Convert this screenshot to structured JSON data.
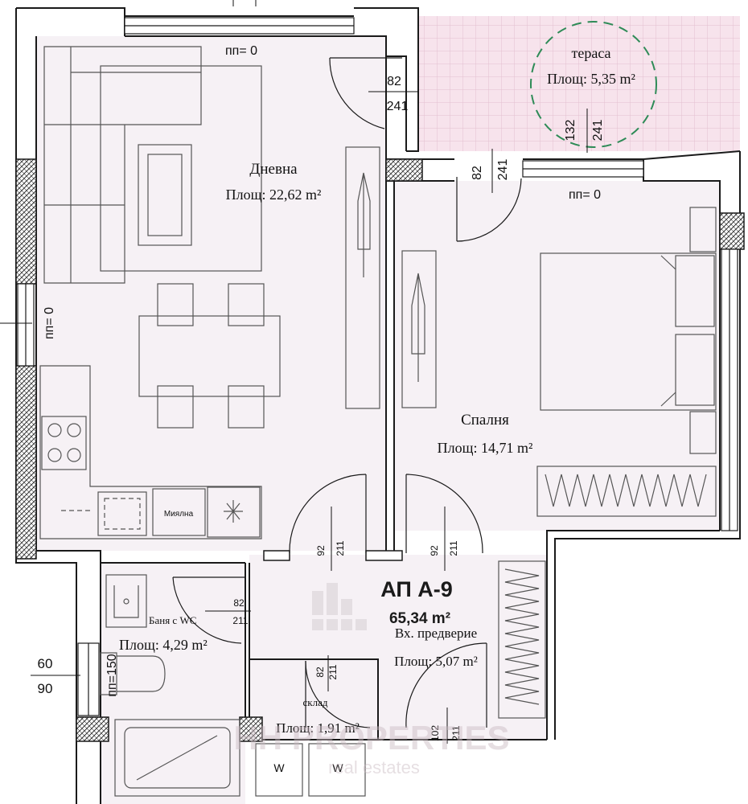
{
  "apartment": {
    "code": "АП А-9",
    "area": "65,34 m²"
  },
  "rooms": [
    {
      "id": "living",
      "name": "Дневна",
      "area": "Площ: 22,62 m²"
    },
    {
      "id": "terrace",
      "name": "тераса",
      "area": "Площ: 5,35 m²"
    },
    {
      "id": "bedroom",
      "name": "Спалня",
      "area": "Площ: 14,71 m²"
    },
    {
      "id": "bath",
      "name": "Баня с WC",
      "area": "Площ: 4,29 m²"
    },
    {
      "id": "hall",
      "name": "Вх. предверие",
      "area": "Площ: 5,07 m²"
    },
    {
      "id": "storage",
      "name": "склад",
      "area": "Площ: 1,91 m²"
    }
  ],
  "fixtures": {
    "sink": "Миялна",
    "washer_1": "W",
    "washer_2": "W"
  },
  "dimensions": {
    "window_sill_top": "пп= 0",
    "window_sill_bedroom": "пп= 0",
    "window_sill_left": "пп= 0",
    "window_sill_bath": "пп=150",
    "door_living_width": "82",
    "door_living_height": "241",
    "door_terrace_width": "82",
    "door_terrace_height": "241",
    "terrace_window_width": "132",
    "terrace_window_height": "241",
    "door_hall_living_width": "92",
    "door_hall_living_height": "211",
    "door_hall_bedroom_width": "92",
    "door_hall_bedroom_height": "211",
    "door_bath_width": "82",
    "door_bath_height": "211",
    "door_storage_width": "82",
    "door_storage_height": "211",
    "door_entry_width": "102",
    "door_entry_height": "211",
    "bath_window_width": "60",
    "bath_window_height": "90"
  },
  "watermark": {
    "brand": "HH PROPERTIES",
    "tagline": "real estates"
  },
  "colors": {
    "wall": "#1a1a1a",
    "room_fill": "#f6f1f5",
    "terrace_fill": "#f7e3ec",
    "terrace_grid": "#e9c7d6",
    "furniture": "#555555",
    "accent_circle": "#2e8b57",
    "watermark": "#b8b2b6"
  }
}
